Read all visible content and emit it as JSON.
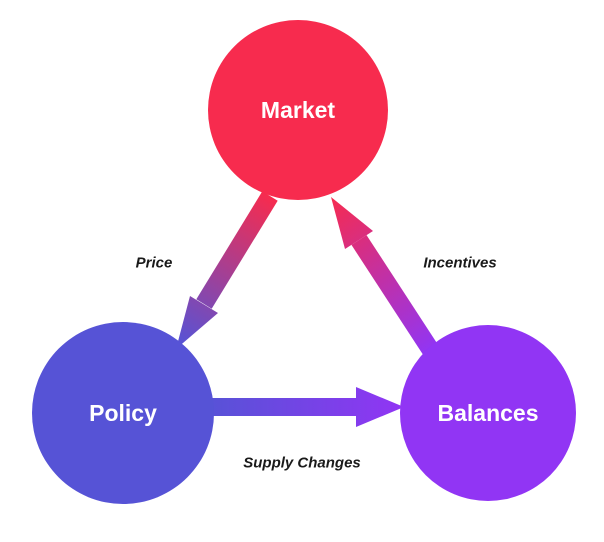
{
  "nodes": {
    "market": {
      "label": "Market",
      "color": "#f72b4e"
    },
    "policy": {
      "label": "Policy",
      "color": "#5653d6"
    },
    "balances": {
      "label": "Balances",
      "color": "#9135f4"
    }
  },
  "edges": {
    "price": {
      "label": "Price",
      "from": "Market",
      "to": "Policy"
    },
    "incentives": {
      "label": "Incentives",
      "from": "Balances",
      "to": "Market"
    },
    "supply_changes": {
      "label": "Supply Changes",
      "from": "Policy",
      "to": "Balances"
    }
  }
}
